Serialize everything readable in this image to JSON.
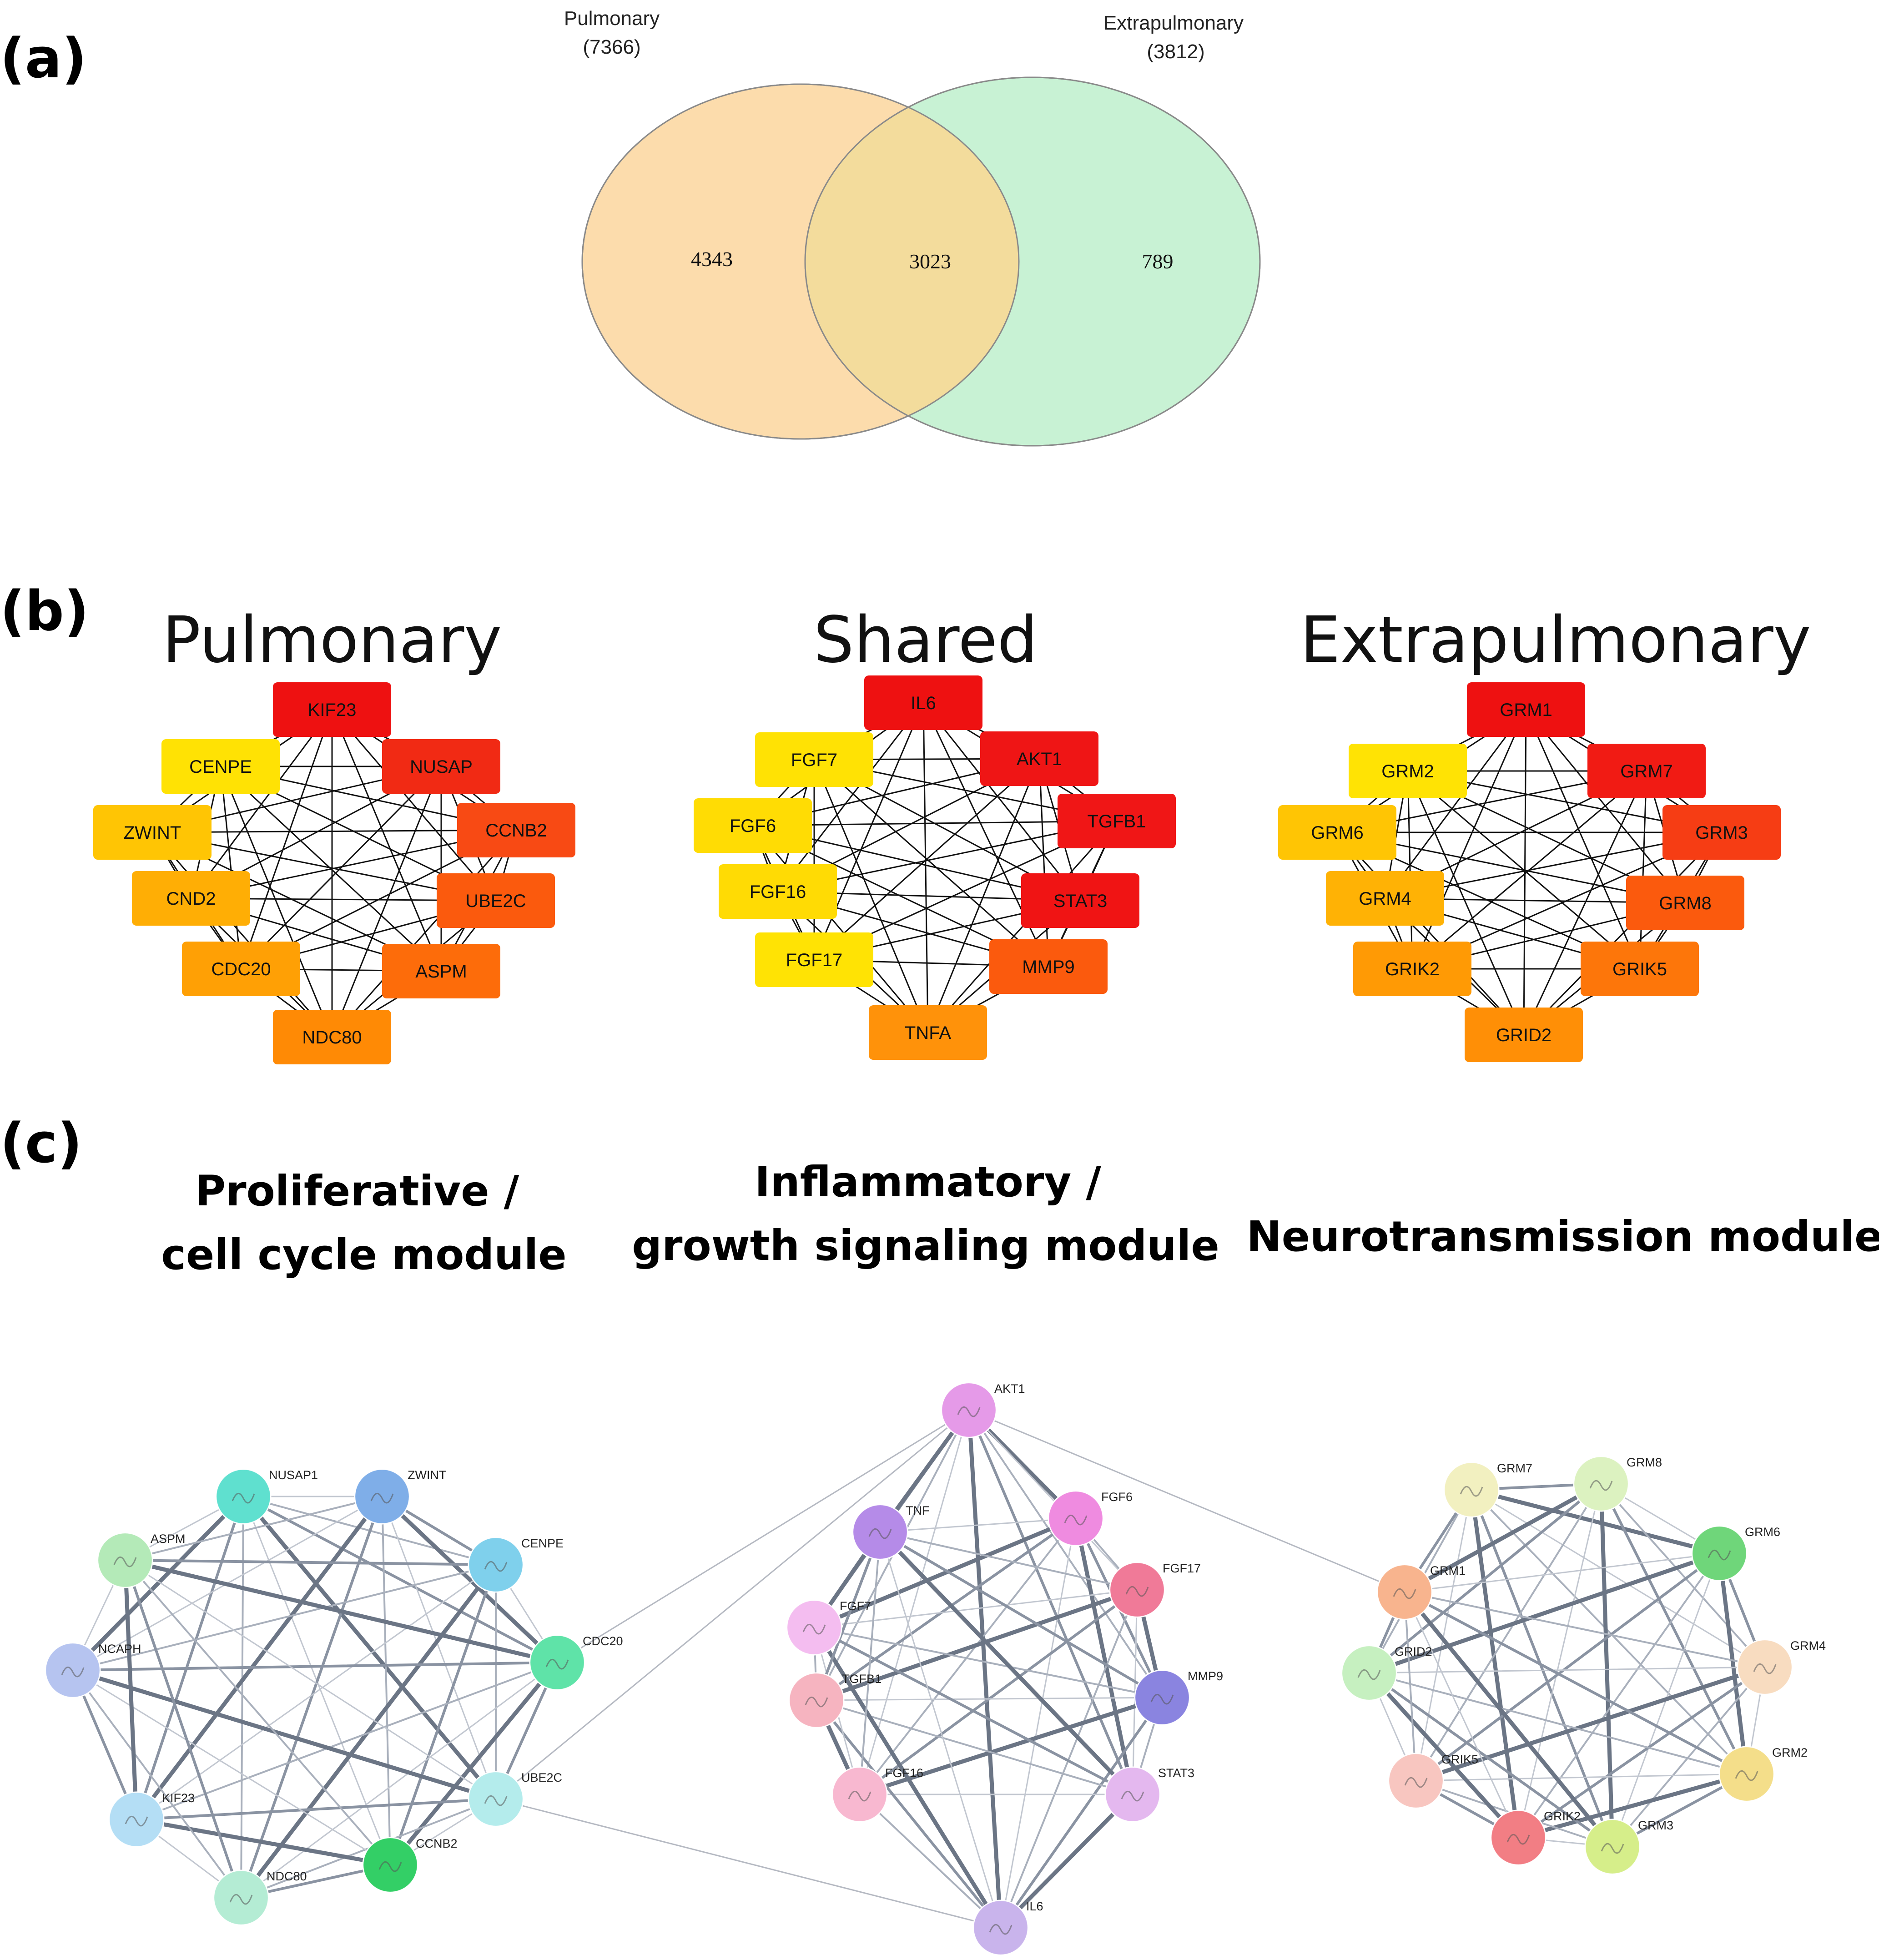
{
  "panel_labels": {
    "a": "(a)",
    "b": "(b)",
    "c": "(c)"
  },
  "venn": {
    "left": {
      "name": "Pulmonary",
      "total": "(7366)",
      "only": "4343",
      "color": "#fcdcac"
    },
    "right": {
      "name": "Extrapulmonary",
      "total": "(3812)",
      "only": "789",
      "color": "#c8f2d4"
    },
    "overlap": {
      "count": "3023",
      "color": "#f3dc9c"
    }
  },
  "hub_networks": [
    {
      "title": "Pulmonary",
      "nodes": [
        {
          "label": "KIF23",
          "color": "#ee1111"
        },
        {
          "label": "NUSAP",
          "color": "#f12a14"
        },
        {
          "label": "CCNB2",
          "color": "#f84a14"
        },
        {
          "label": "UBE2C",
          "color": "#fb5a0d"
        },
        {
          "label": "ASPM",
          "color": "#fd6c0a"
        },
        {
          "label": "NDC80",
          "color": "#ff8a05"
        },
        {
          "label": "CDC20",
          "color": "#ffa005"
        },
        {
          "label": "CND2",
          "color": "#ffae05"
        },
        {
          "label": "ZWINT",
          "color": "#ffc504"
        },
        {
          "label": "CENPE",
          "color": "#ffe204"
        }
      ]
    },
    {
      "title": "Shared",
      "nodes": [
        {
          "label": "IL6",
          "color": "#ee1111"
        },
        {
          "label": "AKT1",
          "color": "#ef1515"
        },
        {
          "label": "TGFB1",
          "color": "#f01616"
        },
        {
          "label": "STAT3",
          "color": "#f01414"
        },
        {
          "label": "MMP9",
          "color": "#fb5a0d"
        },
        {
          "label": "TNFA",
          "color": "#ff920a"
        },
        {
          "label": "FGF17",
          "color": "#ffe304"
        },
        {
          "label": "FGF16",
          "color": "#ffdb04"
        },
        {
          "label": "FGF6",
          "color": "#ffdc04"
        },
        {
          "label": "FGF7",
          "color": "#ffe204"
        }
      ]
    },
    {
      "title": "Extrapulmonary",
      "nodes": [
        {
          "label": "GRM1",
          "color": "#ee1111"
        },
        {
          "label": "GRM7",
          "color": "#f11b14"
        },
        {
          "label": "GRM3",
          "color": "#f63d14"
        },
        {
          "label": "GRM8",
          "color": "#fb5a0d"
        },
        {
          "label": "GRIK5",
          "color": "#fd760a"
        },
        {
          "label": "GRID2",
          "color": "#ff8f06"
        },
        {
          "label": "GRIK2",
          "color": "#ff9a05"
        },
        {
          "label": "GRM4",
          "color": "#ffb205"
        },
        {
          "label": "GRM6",
          "color": "#ffc504"
        },
        {
          "label": "GRM2",
          "color": "#ffe304"
        }
      ]
    }
  ],
  "modules": [
    {
      "title_lines": [
        "Proliferative /",
        "cell cycle module"
      ],
      "nodes": [
        {
          "label": "NUSAP1",
          "color": "#5fe0cf"
        },
        {
          "label": "ZWINT",
          "color": "#7faee8"
        },
        {
          "label": "CENPE",
          "color": "#7fd0ec"
        },
        {
          "label": "CDC20",
          "color": "#5fe3a8"
        },
        {
          "label": "UBE2C",
          "color": "#b4ecec"
        },
        {
          "label": "CCNB2",
          "color": "#33cf66"
        },
        {
          "label": "NDC80",
          "color": "#b4ecd4"
        },
        {
          "label": "KIF23",
          "color": "#b4def5"
        },
        {
          "label": "NCAPH",
          "color": "#b6c4f0"
        },
        {
          "label": "ASPM",
          "color": "#b4eab8"
        }
      ]
    },
    {
      "title_lines": [
        "Inflammatory /",
        "growth signaling module"
      ],
      "nodes": [
        {
          "label": "AKT1",
          "color": "#e59ae8"
        },
        {
          "label": "FGF6",
          "color": "#ef8be0"
        },
        {
          "label": "FGF17",
          "color": "#f07a98"
        },
        {
          "label": "MMP9",
          "color": "#8a84e0"
        },
        {
          "label": "STAT3",
          "color": "#e4b8ef"
        },
        {
          "label": "IL6",
          "color": "#c9b4ec"
        },
        {
          "label": "FGF16",
          "color": "#f8b8d0"
        },
        {
          "label": "TGFB1",
          "color": "#f6b4c0"
        },
        {
          "label": "FGF7",
          "color": "#f4bdf0"
        },
        {
          "label": "TNF",
          "color": "#b58be8"
        }
      ]
    },
    {
      "title_lines": [
        "Neurotransmission module"
      ],
      "nodes": [
        {
          "label": "GRM7",
          "color": "#f2f0c0"
        },
        {
          "label": "GRM8",
          "color": "#dcf2c0"
        },
        {
          "label": "GRM6",
          "color": "#6fd67a"
        },
        {
          "label": "GRM4",
          "color": "#f8dcc0"
        },
        {
          "label": "GRM2",
          "color": "#f4de8a"
        },
        {
          "label": "GRM3",
          "color": "#d6ee8a"
        },
        {
          "label": "GRIK2",
          "color": "#f27e84"
        },
        {
          "label": "GRIK5",
          "color": "#f8c6c0"
        },
        {
          "label": "GRID2",
          "color": "#c6f0c0"
        },
        {
          "label": "GRM1",
          "color": "#f8b48e"
        }
      ]
    }
  ]
}
